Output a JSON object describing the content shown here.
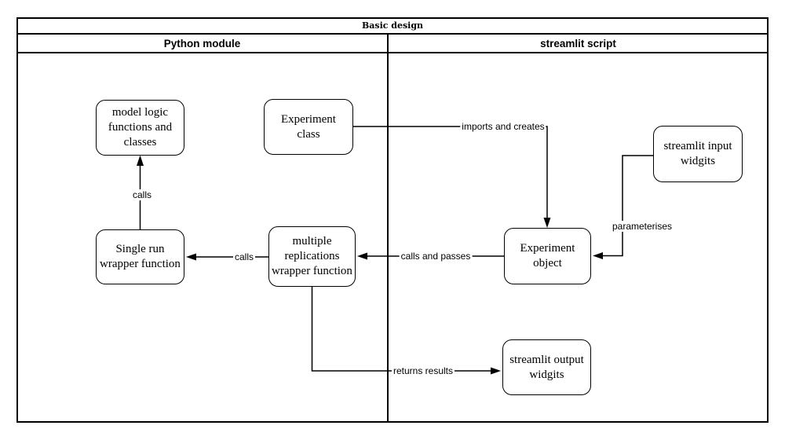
{
  "diagram": {
    "title": "Basic design",
    "columns": [
      {
        "label": "Python module"
      },
      {
        "label": "streamlit script"
      }
    ],
    "nodes": [
      {
        "id": "model-logic",
        "column": "Python module",
        "label": "model logic\nfunctions and\nclasses"
      },
      {
        "id": "experiment-class",
        "column": "Python module",
        "label": "Experiment\nclass"
      },
      {
        "id": "single-run-wrapper",
        "column": "Python module",
        "label": "Single run\nwrapper function"
      },
      {
        "id": "multiple-replications-wrapper",
        "column": "Python module",
        "label": "multiple\nreplications\nwrapper function"
      },
      {
        "id": "experiment-object",
        "column": "streamlit script",
        "label": "Experiment\nobject"
      },
      {
        "id": "streamlit-input-widgits",
        "column": "streamlit script",
        "label": "streamlit input\nwidgits"
      },
      {
        "id": "streamlit-output-widgits",
        "column": "streamlit script",
        "label": "streamlit output\nwidgits"
      }
    ],
    "edges": [
      {
        "from": "single-run-wrapper",
        "to": "model-logic",
        "label": "calls"
      },
      {
        "from": "experiment-class",
        "to": "experiment-object",
        "label": "imports and creates"
      },
      {
        "from": "streamlit-input-widgits",
        "to": "experiment-object",
        "label": "parameterises"
      },
      {
        "from": "experiment-object",
        "to": "multiple-replications-wrapper",
        "label": "calls and passes"
      },
      {
        "from": "multiple-replications-wrapper",
        "to": "single-run-wrapper",
        "label": "calls"
      },
      {
        "from": "multiple-replications-wrapper",
        "to": "streamlit-output-widgits",
        "label": "returns results"
      }
    ],
    "colors": {
      "stroke": "#000000",
      "background": "#ffffff"
    }
  }
}
